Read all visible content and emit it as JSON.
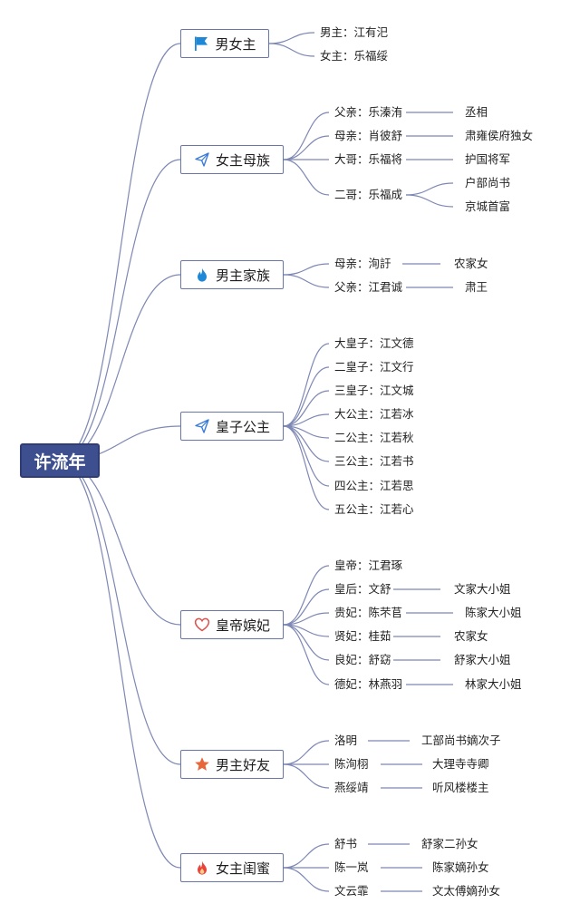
{
  "root": {
    "label": "许流年"
  },
  "branches": [
    {
      "label": "男女主",
      "icon": "flag-icon",
      "icon_color": "#1e88d6",
      "items": [
        {
          "text": "男主：江有汜"
        },
        {
          "text": "女主：乐福绥"
        }
      ]
    },
    {
      "label": "女主母族",
      "icon": "paper-plane-icon",
      "icon_color": "#3a7bd5",
      "items": [
        {
          "text": "父亲：乐溱洧",
          "details": [
            "丞相"
          ]
        },
        {
          "text": "母亲：肖彼舒",
          "details": [
            "肃雍侯府独女"
          ]
        },
        {
          "text": "大哥：乐福将",
          "details": [
            "护国将军"
          ]
        },
        {
          "text": "二哥：乐福成",
          "details": [
            "户部尚书",
            "京城首富"
          ]
        }
      ]
    },
    {
      "label": "男主家族",
      "icon": "flame-icon",
      "icon_color": "#1e88d6",
      "items": [
        {
          "text": "母亲：洵訏",
          "details": [
            "农家女"
          ]
        },
        {
          "text": "父亲：江君诚",
          "details": [
            "肃王"
          ]
        }
      ]
    },
    {
      "label": "皇子公主",
      "icon": "paper-plane-icon",
      "icon_color": "#3a7bd5",
      "items": [
        {
          "text": "大皇子：江文德"
        },
        {
          "text": "二皇子：江文行"
        },
        {
          "text": "三皇子：江文城"
        },
        {
          "text": "大公主：江若冰"
        },
        {
          "text": "二公主：江若秋"
        },
        {
          "text": "三公主：江若书"
        },
        {
          "text": "四公主：江若思"
        },
        {
          "text": "五公主：江若心"
        }
      ]
    },
    {
      "label": "皇帝嫔妃",
      "icon": "heart-icon",
      "icon_color": "#d9534f",
      "items": [
        {
          "text": "皇帝：江君琢"
        },
        {
          "text": "皇后：文舒",
          "details": [
            "文家大小姐"
          ]
        },
        {
          "text": "贵妃：陈芣苢",
          "details": [
            "陈家大小姐"
          ]
        },
        {
          "text": "贤妃：桂茹",
          "details": [
            "农家女"
          ]
        },
        {
          "text": "良妃：舒窈",
          "details": [
            "舒家大小姐"
          ]
        },
        {
          "text": "德妃：林燕羽",
          "details": [
            "林家大小姐"
          ]
        }
      ]
    },
    {
      "label": "男主好友",
      "icon": "star-icon",
      "icon_color": "#e8673a",
      "items": [
        {
          "text": "洛明",
          "details": [
            "工部尚书嫡次子"
          ]
        },
        {
          "text": "陈洵栩",
          "details": [
            "大理寺寺卿"
          ]
        },
        {
          "text": "燕绥靖",
          "details": [
            "听风楼楼主"
          ]
        }
      ]
    },
    {
      "label": "女主闺蜜",
      "icon": "fire-icon",
      "icon_color": "#e8453a",
      "items": [
        {
          "text": "舒书",
          "details": [
            "舒家二孙女"
          ]
        },
        {
          "text": "陈一岚",
          "details": [
            "陈家嫡孙女"
          ]
        },
        {
          "text": "文云霏",
          "details": [
            "文太傅嫡孙女"
          ]
        }
      ]
    }
  ]
}
